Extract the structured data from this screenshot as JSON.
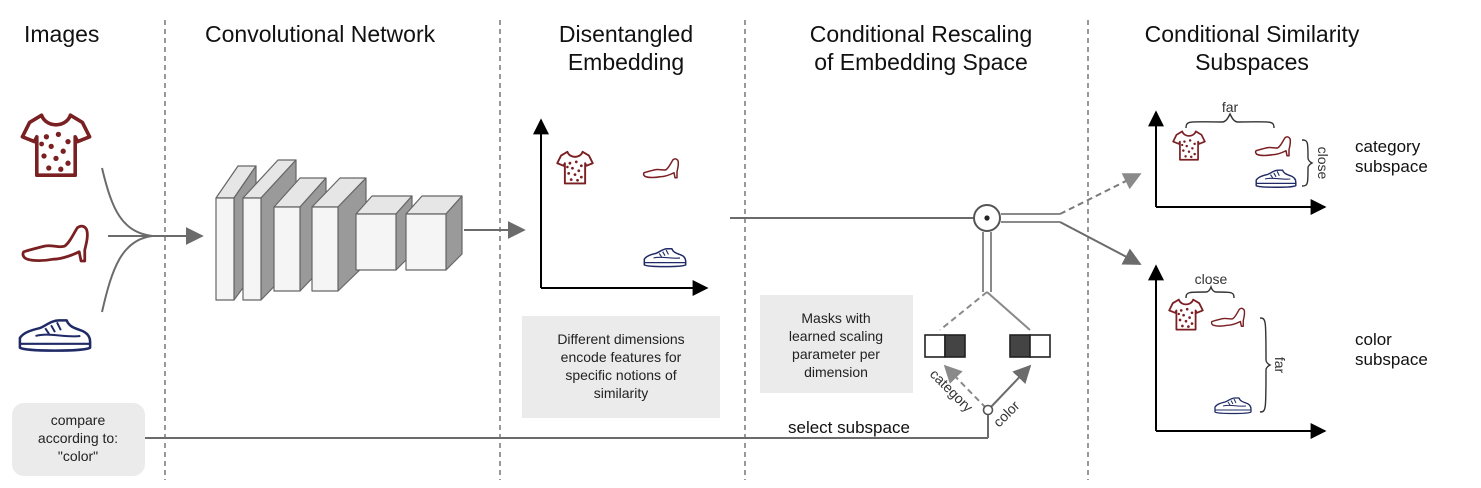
{
  "headers": {
    "images": "Images",
    "conv_network": "Convolutional Network",
    "disentangled_line1": "Disentangled",
    "disentangled_line2": "Embedding",
    "rescaling_line1": "Conditional Rescaling",
    "rescaling_line2": "of Embedding Space",
    "subspaces_line1": "Conditional Similarity",
    "subspaces_line2": "Subspaces"
  },
  "embedding_note": [
    "Different dimensions",
    "encode features for",
    "specific notions of",
    "similarity"
  ],
  "mask_note": [
    "Masks with",
    "learned scaling",
    "parameter per",
    "dimension"
  ],
  "compare_box": [
    "compare",
    "according to:",
    "\"color\""
  ],
  "select_subspace": "select subspace",
  "mask_labels": {
    "category": "category",
    "color": "color"
  },
  "operator_symbol": "⊙",
  "category_subspace": {
    "label_line1": "category",
    "label_line2": "subspace",
    "far": "far",
    "close": "close"
  },
  "color_subspace": {
    "label_line1": "color",
    "label_line2": "subspace",
    "close": "close",
    "far": "far"
  },
  "icons": [
    "tshirt-icon",
    "heel-shoe-icon",
    "sneaker-icon"
  ],
  "colors": {
    "item_red": "#7a1f22",
    "item_blue": "#1f2a66",
    "note_bg": "#ebebeb"
  }
}
